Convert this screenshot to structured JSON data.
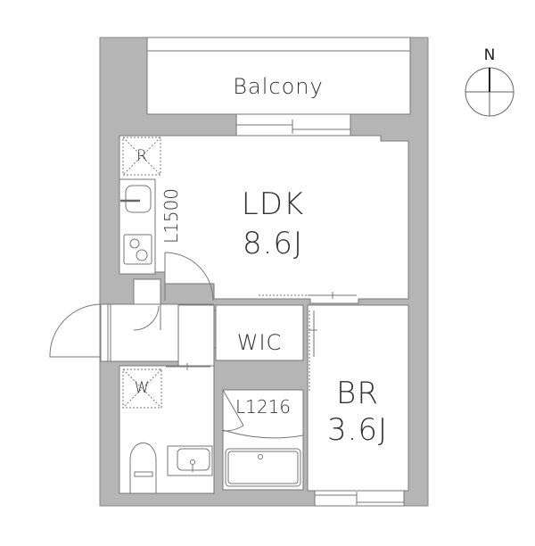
{
  "floor_plan": {
    "rooms": {
      "balcony": {
        "label": "Balcony"
      },
      "ldk": {
        "label": "LDK",
        "size": "8.6J"
      },
      "wic": {
        "label": "WIC"
      },
      "br": {
        "label": "BR",
        "size": "3.6J"
      }
    },
    "fixtures": {
      "refrigerator": "R",
      "washer": "W"
    },
    "dimensions": {
      "kitchen_length": "L1500",
      "bath_length": "L1216"
    },
    "compass": {
      "label": "N"
    },
    "colors": {
      "wall": "#b5b5b5",
      "line": "#555555",
      "background": "#ffffff"
    }
  }
}
